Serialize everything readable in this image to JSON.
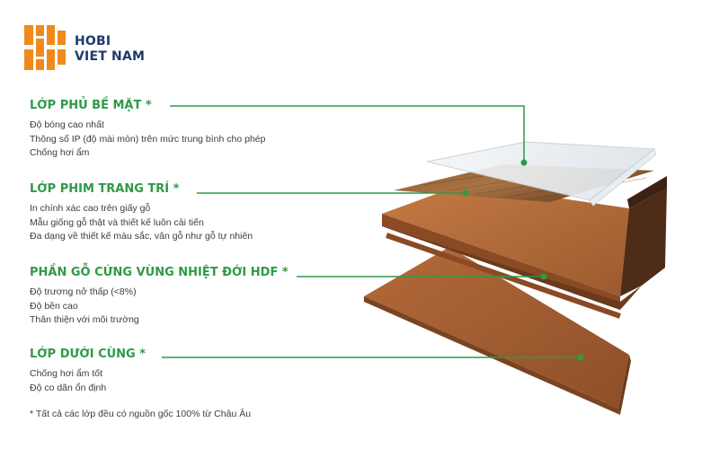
{
  "brand": {
    "line1": "HOBI",
    "line2": "VIET NAM",
    "colors": {
      "orange": "#f08a1c",
      "navy": "#1e3a6e"
    }
  },
  "accent_color": "#2e9a46",
  "layers": [
    {
      "title": "LỚP PHỦ BỀ MẶT *",
      "lines": [
        "Độ bóng cao nhất",
        "Thông số IP (độ mài mòn) trên mức trung bình cho phép",
        "Chống hơi ẩm"
      ]
    },
    {
      "title": "LỚP PHIM TRANG TRÍ *",
      "lines": [
        "In chính xác cao trên giấy gỗ",
        "Mẫu giống gỗ thật và thiết kế luôn cải tiến",
        "Đa dạng về thiết kế màu sắc, vân gỗ như gỗ tự nhiên"
      ]
    },
    {
      "title": "PHẦN GỖ CỨNG VÙNG NHIỆT ĐỚI HDF *",
      "lines": [
        "Độ trương nở thấp (<8%)",
        "Độ bền cao",
        "Thân thiện với môi trường"
      ]
    },
    {
      "title": "LỚP DƯỚI CÙNG *",
      "lines": [
        "Chống hơi ẩm tốt",
        "Độ co dãn ổn định"
      ]
    }
  ],
  "footnote": "* Tất cả các lớp đều có nguồn gốc 100% từ Châu Âu"
}
